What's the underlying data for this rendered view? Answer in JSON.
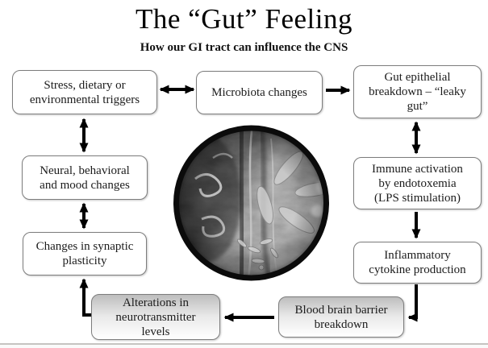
{
  "title": "The “Gut” Feeling",
  "subtitle": "How our GI tract can influence the CNS",
  "nodes": [
    {
      "id": "stress-triggers",
      "label": "Stress, dietary or environmental triggers"
    },
    {
      "id": "microbiota-changes",
      "label": "Microbiota changes"
    },
    {
      "id": "gut-epithelial-breakdown",
      "label": "Gut epithelial breakdown – “leaky gut”"
    },
    {
      "id": "immune-activation",
      "label": "Immune activation by endotoxemia (LPS stimulation)"
    },
    {
      "id": "inflammatory-cytokines",
      "label": "Inflammatory cytokine production"
    },
    {
      "id": "blood-brain-barrier",
      "label": "Blood brain barrier breakdown"
    },
    {
      "id": "neurotransmitter-alterations",
      "label": "Alterations in neurotransmitter levels"
    },
    {
      "id": "synaptic-plasticity",
      "label": "Changes in synaptic plasticity"
    },
    {
      "id": "neural-mood-changes",
      "label": "Neural, behavioral and mood changes"
    }
  ],
  "edges": [
    {
      "from": "stress-triggers",
      "to": "microbiota-changes",
      "bidirectional": true
    },
    {
      "from": "microbiota-changes",
      "to": "gut-epithelial-breakdown",
      "bidirectional": false
    },
    {
      "from": "gut-epithelial-breakdown",
      "to": "immune-activation",
      "bidirectional": true
    },
    {
      "from": "immune-activation",
      "to": "inflammatory-cytokines",
      "bidirectional": false
    },
    {
      "from": "inflammatory-cytokines",
      "to": "blood-brain-barrier",
      "bidirectional": false,
      "shape": "elbow"
    },
    {
      "from": "blood-brain-barrier",
      "to": "neurotransmitter-alterations",
      "bidirectional": false
    },
    {
      "from": "neurotransmitter-alterations",
      "to": "synaptic-plasticity",
      "bidirectional": false,
      "shape": "elbow"
    },
    {
      "from": "synaptic-plasticity",
      "to": "neural-mood-changes",
      "bidirectional": true
    },
    {
      "from": "neural-mood-changes",
      "to": "stress-triggers",
      "bidirectional": true
    }
  ],
  "center_image": {
    "name": "gut-microbiota-micrograph",
    "style": "grayscale electron-micrograph in black-ring circle"
  },
  "colors": {
    "slide_background": "#ffffff",
    "box_border": "#7d7d7d",
    "box_fill": "#ffffff",
    "shaded_box_top": "#bdbdbd",
    "arrow": "#000000",
    "text": "#1c1c1c",
    "image_ring": "#0b0b0b",
    "bottom_edge_line": "#c6c4c1"
  }
}
